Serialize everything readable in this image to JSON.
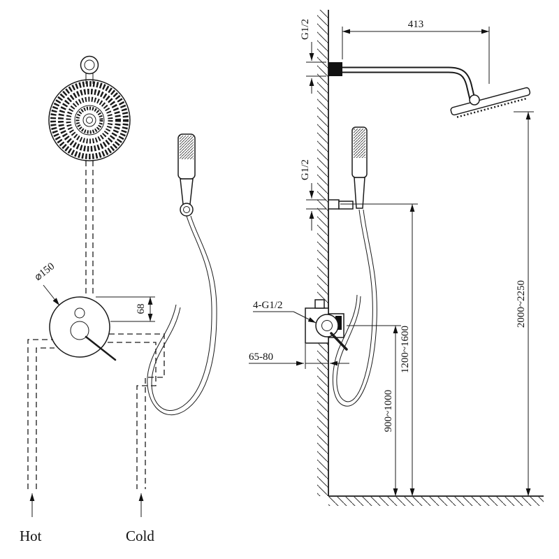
{
  "front_view": {
    "diameter_label": "⌀150",
    "spacing_label": "68",
    "hot_label": "Hot",
    "cold_label": "Cold"
  },
  "side_view": {
    "top_thread_label": "G1/2",
    "arm_length_label": "413",
    "holder_thread_label": "G1/2",
    "inlet_thread_label": "4-G1/2",
    "valve_depth_label": "65-80",
    "mixer_height_label": "900~1000",
    "holder_height_label": "1200~1600",
    "head_height_label": "2000~2250"
  },
  "colors": {
    "ink": "#111111",
    "background": "#ffffff"
  }
}
